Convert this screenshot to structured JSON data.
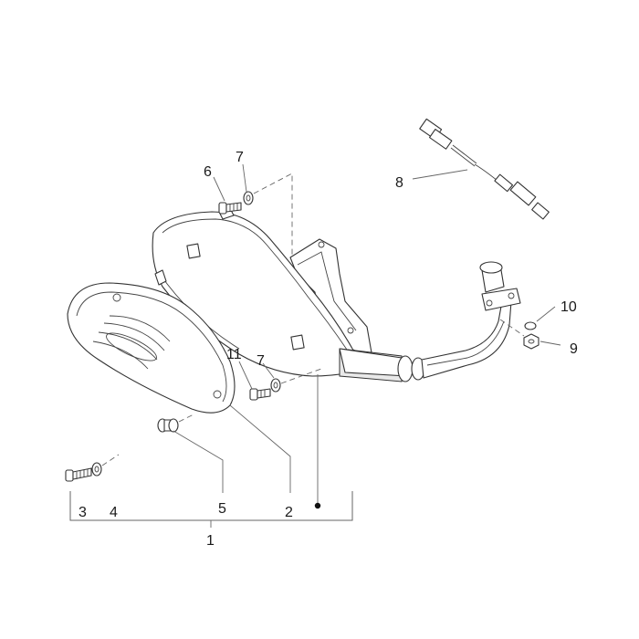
{
  "callouts": {
    "c1": "1",
    "c2": "2",
    "c3": "3",
    "c4": "4",
    "c5": "5",
    "c6": "6",
    "c7a": "7",
    "c7b": "7",
    "c8": "8",
    "c9": "9",
    "c10": "10",
    "c11": "11"
  },
  "colors": {
    "line": "#333333",
    "leader": "#666666",
    "fill": "#ffffff",
    "shading": "#e9e9e9"
  }
}
